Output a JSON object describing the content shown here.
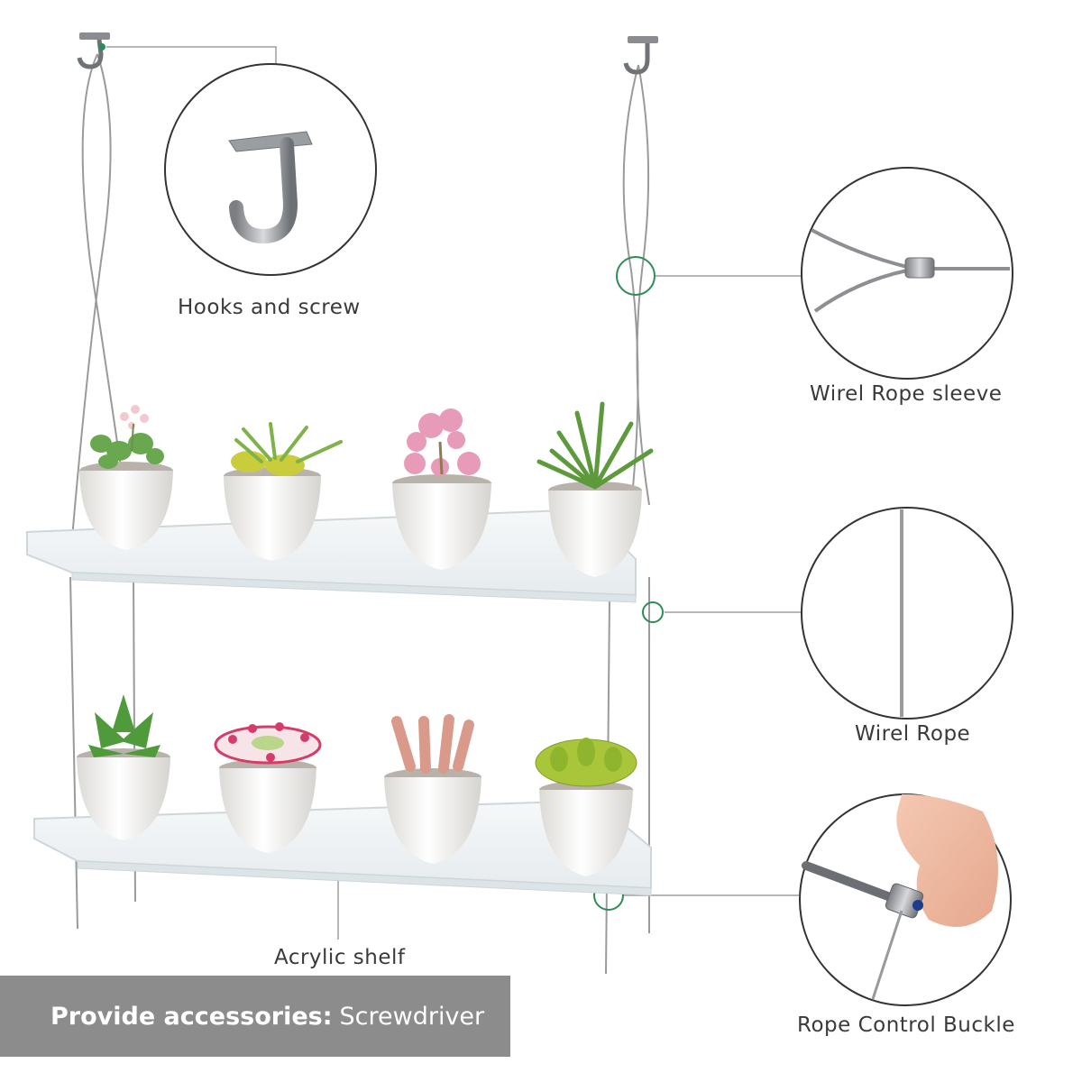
{
  "labels": {
    "hooks": "Hooks and screw",
    "sleeve": "Wirel Rope sleeve",
    "rope": "Wirel Rope",
    "shelf": "Acrylic shelf",
    "buckle": "Rope Control Buckle"
  },
  "banner": {
    "bold_text": "Provide accessories:",
    "plain_text": "Screwdriver"
  },
  "colors": {
    "banner_bg": "#8c8c8c",
    "marker_green": "#2e8b57",
    "pot": "#f2f1ef",
    "leaf_green": "#6aa84f",
    "pink": "#e79bb8",
    "coral": "#d99a8b"
  },
  "icons": [
    "hook-icon",
    "sleeve-icon",
    "rope-icon",
    "buckle-icon"
  ]
}
